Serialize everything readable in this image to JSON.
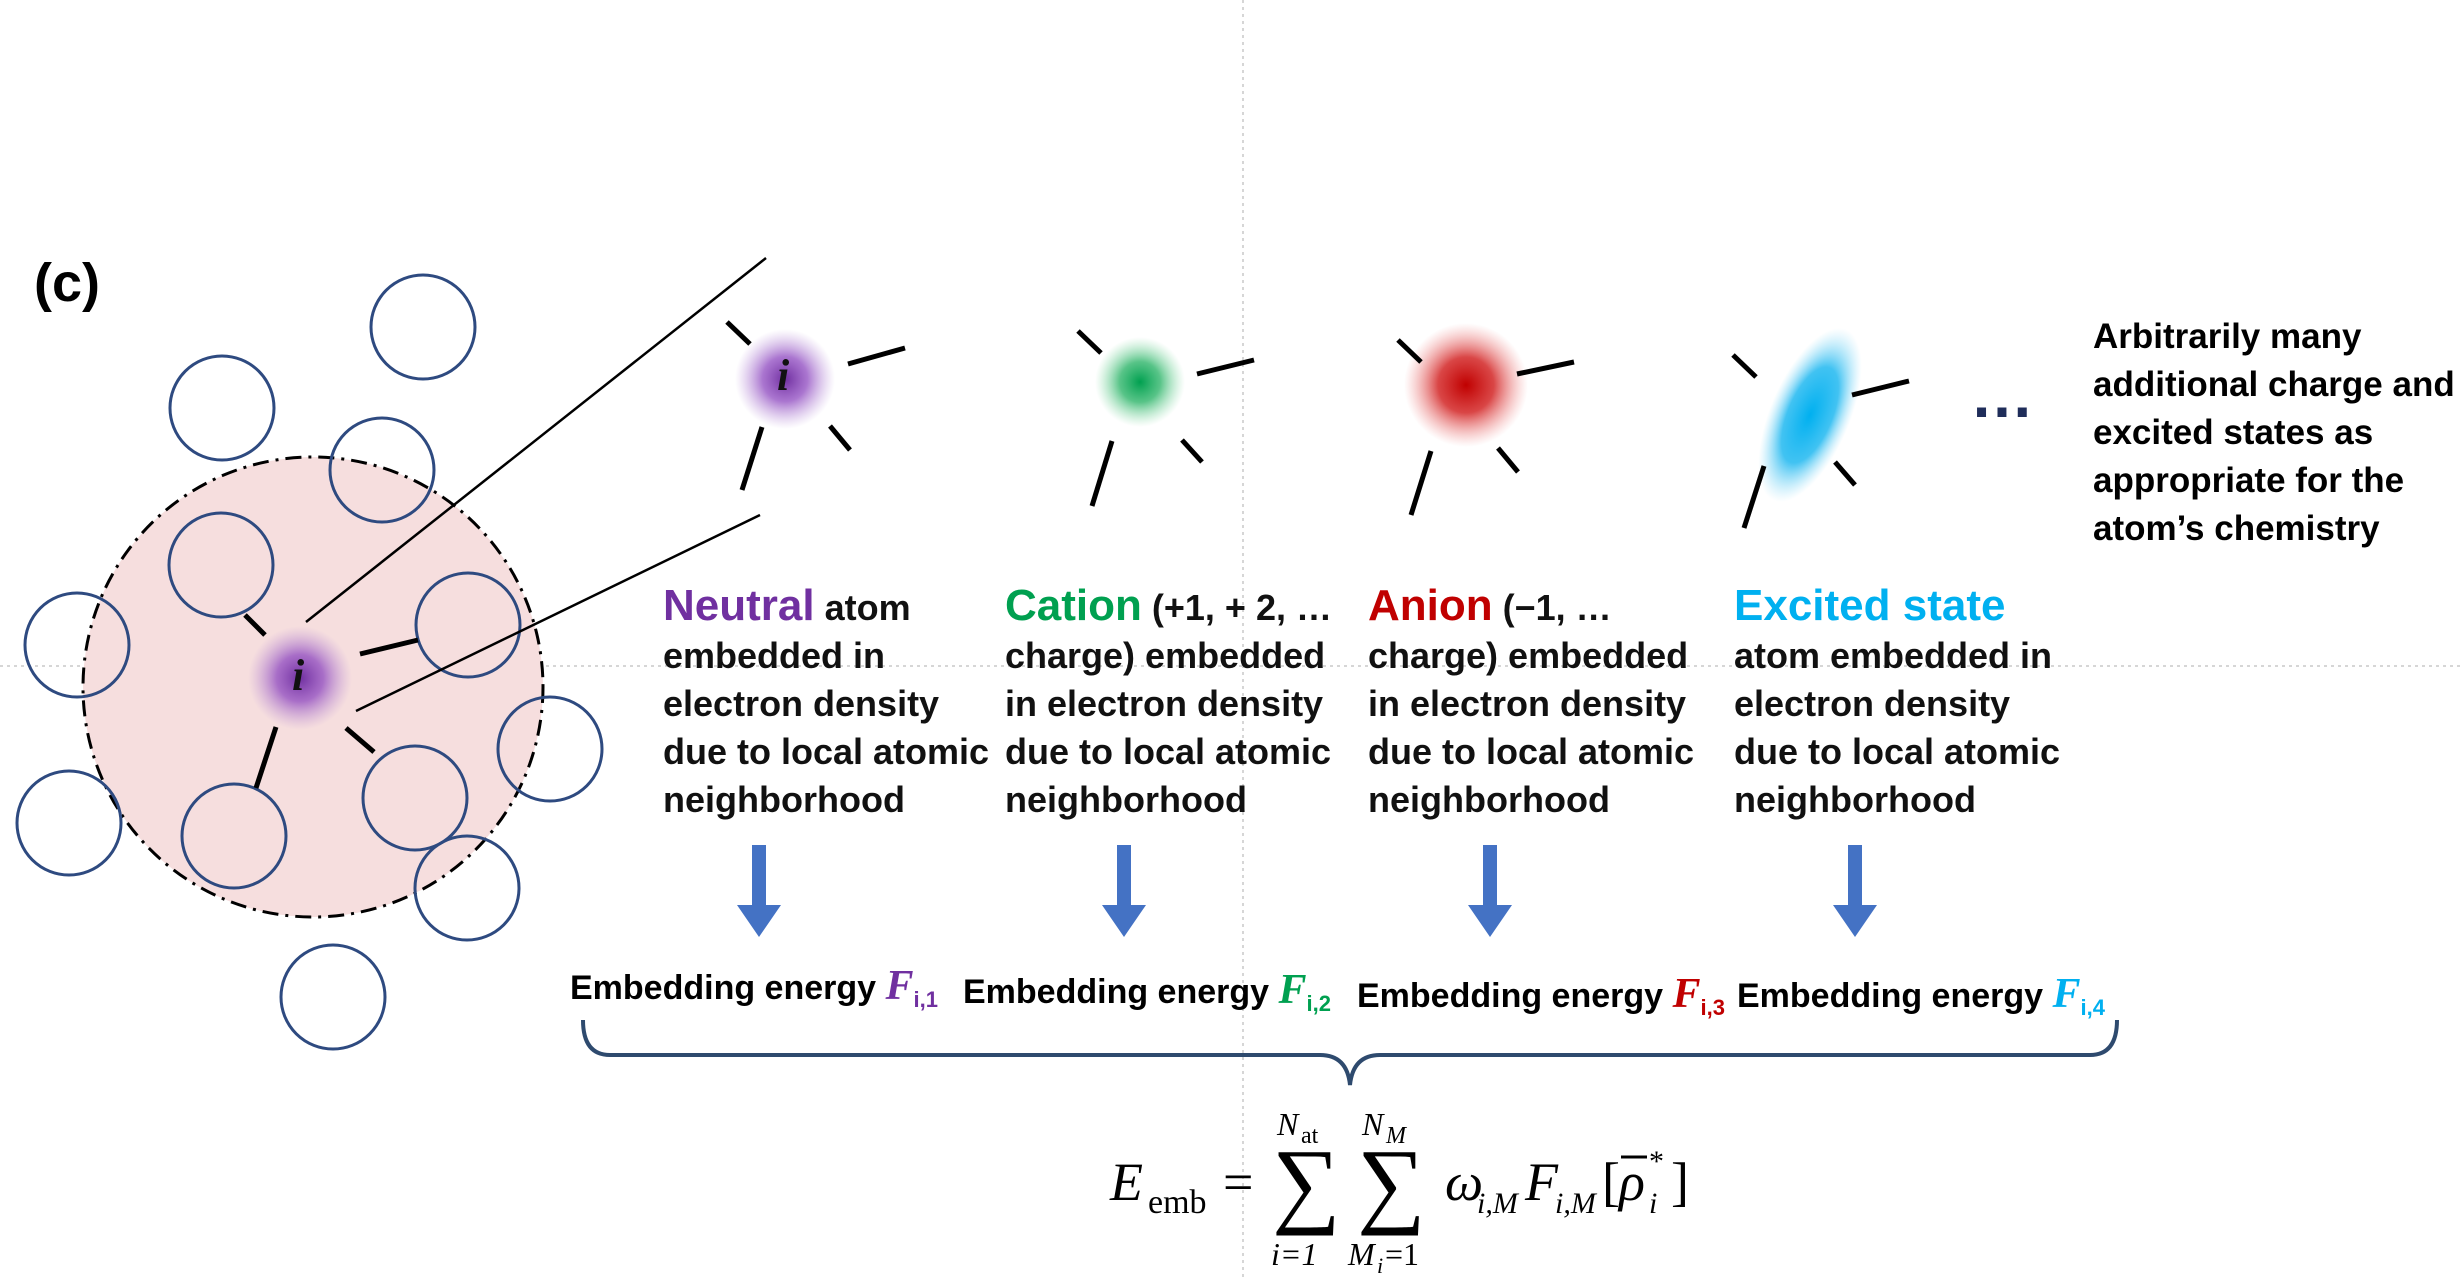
{
  "panel_label": "(c)",
  "center_atom_label": "i",
  "states": [
    {
      "name": "Neutral",
      "rest_first_line": " atom",
      "lines": [
        "embedded in",
        "electron density",
        "due to local atomic",
        "neighborhood"
      ],
      "color": "#7030a0",
      "embedding_text": "Embedding energy ",
      "F_symbol": "F",
      "F_subscript": "i,1"
    },
    {
      "name": "Cation",
      "rest_first_line": " (+1, + 2, …",
      "lines": [
        "charge) embedded",
        "in electron density",
        "due to local atomic",
        "neighborhood"
      ],
      "color": "#00a050",
      "embedding_text": "Embedding energy ",
      "F_symbol": "F",
      "F_subscript": "i,2"
    },
    {
      "name": "Anion",
      "rest_first_line": " (−1, …",
      "lines": [
        "charge) embedded",
        "in electron density",
        "due to local atomic",
        "neighborhood"
      ],
      "color": "#c00000",
      "embedding_text": "Embedding energy ",
      "F_symbol": "F",
      "F_subscript": "i,3"
    },
    {
      "name": "Excited state",
      "rest_first_line": "",
      "lines": [
        "atom embedded in",
        "electron density",
        "due to local atomic",
        "neighborhood"
      ],
      "color": "#00b0f0",
      "embedding_text": "Embedding energy ",
      "F_symbol": "F",
      "F_subscript": "i,4"
    }
  ],
  "ellipsis": "…",
  "side_note": [
    "Arbitrarily many",
    "additional charge and",
    "excited states as",
    "appropriate for the",
    "atom’s chemistry"
  ],
  "formula": {
    "lhs": "E",
    "lhs_sub": "emb",
    "sum1_upper": "N",
    "sum1_upper_sub": "at",
    "sum1_lower": "i=1",
    "sum2_upper": "N",
    "sum2_upper_sub": "M",
    "sum2_lower": "M",
    "sum2_lower_sub": "i",
    "sum2_lower_rest": "=1",
    "weight": "ω",
    "weight_sub": "i,M",
    "F": "F",
    "F_sub": "i,M",
    "rho": "ρ",
    "rho_sub": "i",
    "rho_sup": "*"
  },
  "colors": {
    "neighbor_circle": "#2e4a80",
    "cutoff_fill": "#f6dede",
    "arrow": "#4472c4",
    "brace": "#2e4a6e",
    "neutral": "#7030a0",
    "cation": "#00a050",
    "anion": "#c00000",
    "excited": "#00b0f0"
  }
}
